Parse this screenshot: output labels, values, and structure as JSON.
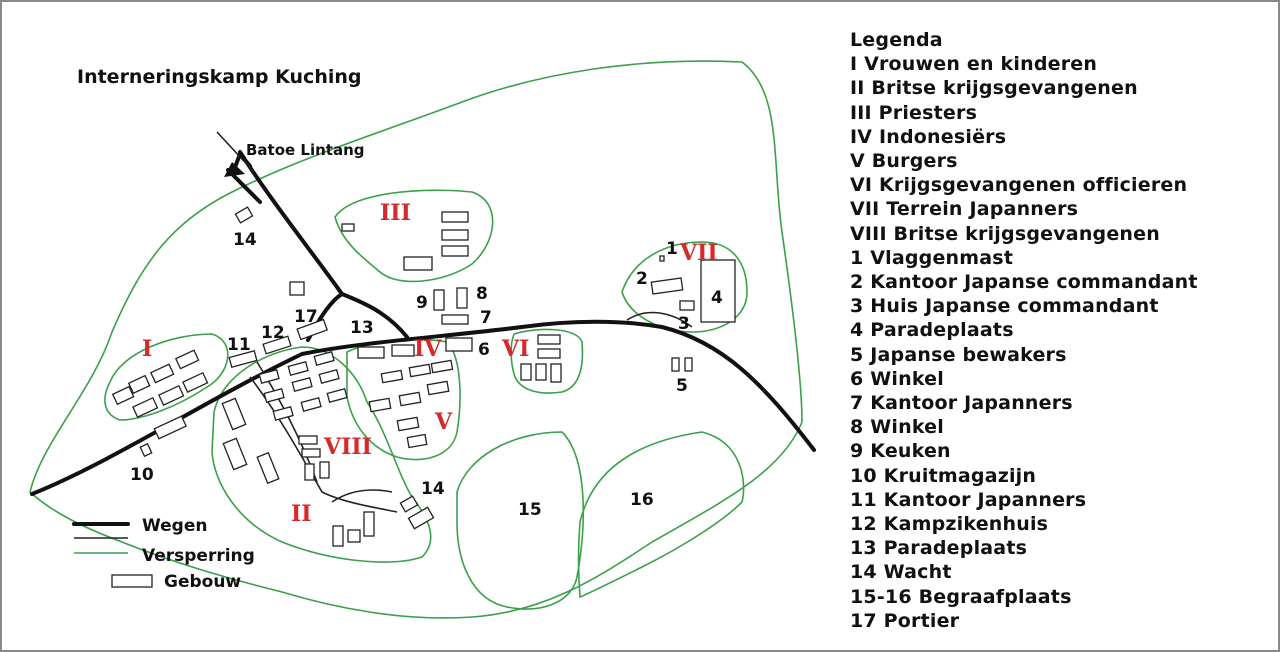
{
  "map": {
    "title": "Interneringskamp Kuching",
    "direction_label": "Batoe Lintang",
    "colors": {
      "fence": "#3aa04a",
      "road": "#111111",
      "roman_numerals": "#d42a2a",
      "frame": "#8a8a8a"
    },
    "area_labels": {
      "I": "I",
      "II": "II",
      "III": "III",
      "IV": "IV",
      "V": "V",
      "VI": "VI",
      "VII": "VII",
      "VIII": "VIII"
    },
    "number_labels": {
      "n1": "1",
      "n2": "2",
      "n3": "3",
      "n4": "4",
      "n5": "5",
      "n6": "6",
      "n7": "7",
      "n8": "8",
      "n9": "9",
      "n10": "10",
      "n11": "11",
      "n12": "12",
      "n13": "13",
      "n14a": "14",
      "n14b": "14",
      "n15": "15",
      "n16": "16",
      "n17": "17"
    },
    "key": {
      "roads": "Wegen",
      "barrier": "Versperring",
      "building": "Gebouw"
    }
  },
  "legend": {
    "heading": "Legenda",
    "items": [
      "I Vrouwen en kinderen",
      "II Britse krijgsgevangenen",
      "III Priesters",
      "IV Indonesiërs",
      "V Burgers",
      "VI Krijgsgevangenen officieren",
      "VII Terrein Japanners",
      "VIII Britse krijgsgevangenen",
      "1 Vlaggenmast",
      "2 Kantoor Japanse commandant",
      "3 Huis Japanse commandant",
      "4 Paradeplaats",
      "5 Japanse bewakers",
      "6 Winkel",
      "7 Kantoor Japanners",
      "8 Winkel",
      "9 Keuken",
      "10 Kruitmagazijn",
      "11 Kantoor Japanners",
      "12 Kampzikenhuis",
      "13 Paradeplaats",
      "14 Wacht",
      "15-16 Begraafplaats",
      "17 Portier"
    ]
  }
}
